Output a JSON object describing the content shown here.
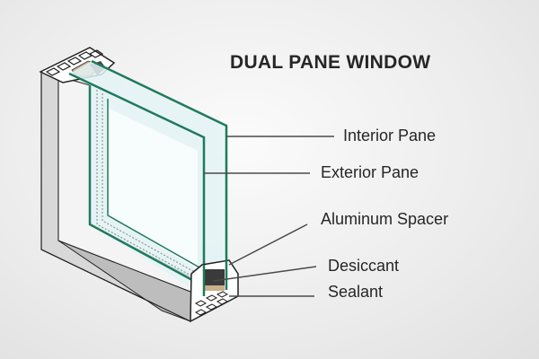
{
  "title": "DUAL PANE WINDOW",
  "labels": {
    "interior_pane": "Interior Pane",
    "exterior_pane": "Exterior Pane",
    "aluminum_spacer": "Aluminum Spacer",
    "desiccant": "Desiccant",
    "sealant": "Sealant"
  },
  "colors": {
    "glass_edge": "#1f7a5c",
    "glass_fill": "#e4f3f5",
    "frame": "#d6d6d6",
    "leader": "#4a4a4a",
    "text": "#262626"
  }
}
